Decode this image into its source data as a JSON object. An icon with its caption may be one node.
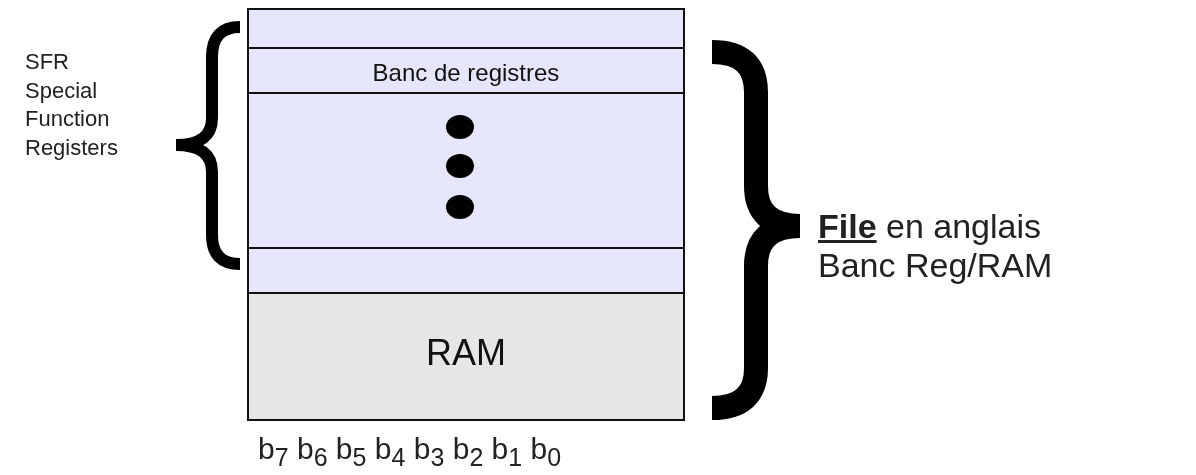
{
  "diagram": {
    "nodes": [
      {
        "text": [],
        "shape": "box"
      },
      {
        "text": [],
        "shape": "box",
        "in": 0
      },
      {
        "text": [
          "Banc de registres"
        ],
        "in": 0
      },
      {
        "text": [],
        "shape": "box",
        "in": 0
      },
      {
        "text": [],
        "shape": "box",
        "in": 0
      },
      {
        "text": [
          "RAM"
        ],
        "in": 0
      }
    ],
    "labels": [
      "SFR Special Function Registers",
      "**File** en anglais",
      "Banc Reg/RAM",
      "b$_{7}$ b$_{6}$ b$_{5}$ b$_{4}$ b$_{3}$ b$_{2}$ b$_{1}$ b$_{0}$"
    ]
  }
}
